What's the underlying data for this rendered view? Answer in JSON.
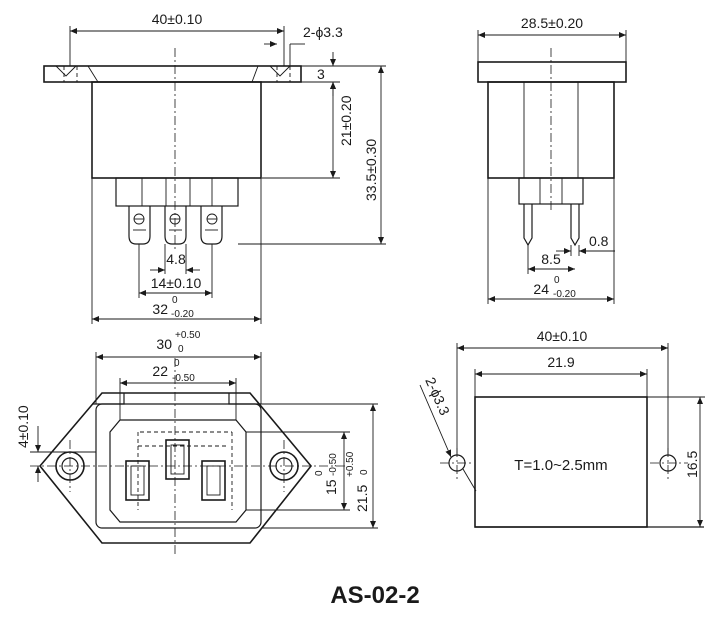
{
  "title": "AS-02-2",
  "front_view": {
    "overall_width": "40±0.10",
    "mount_holes": "2-ϕ3.3",
    "flange_thickness": "3",
    "body_depth": "21±0.20",
    "total_depth": "33.5±0.30",
    "pin_pitch": "4.8",
    "outer_pin_span": "14±0.10",
    "body_width_main": "32",
    "body_width_tol_upper": "0",
    "body_width_tol_lower": "-0.20"
  },
  "side_view": {
    "flange_width": "28.5±0.20",
    "pin_thickness": "0.8",
    "pin_spacing": "8.5",
    "body_width_main": "24",
    "body_width_tol_upper": "0",
    "body_width_tol_lower": "-0.20"
  },
  "face_view": {
    "cutout_width_main": "30",
    "cutout_width_tol_upper": "+0.50",
    "cutout_width_tol_lower": "0",
    "inner_width_main": "22",
    "inner_width_tol_upper": "0",
    "inner_width_tol_lower": "-0.50",
    "offset": "4±0.10",
    "inner_height_main": "15",
    "inner_height_tol_upper": "0",
    "inner_height_tol_lower": "-0.50",
    "outer_height_main": "21.5",
    "outer_height_tol_upper": "+0.50",
    "outer_height_tol_lower": "0"
  },
  "panel_view": {
    "hole_spacing": "40±0.10",
    "cutout_width": "21.9",
    "holes": "2-ϕ3.3",
    "thickness": "T=1.0~2.5mm",
    "height": "16.5"
  }
}
